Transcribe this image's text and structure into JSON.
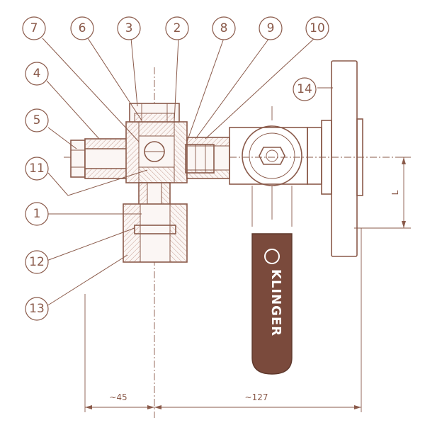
{
  "balloons": [
    {
      "id": "b7",
      "label": "7"
    },
    {
      "id": "b6",
      "label": "6"
    },
    {
      "id": "b3",
      "label": "3"
    },
    {
      "id": "b2",
      "label": "2"
    },
    {
      "id": "b8",
      "label": "8"
    },
    {
      "id": "b9",
      "label": "9"
    },
    {
      "id": "b10",
      "label": "10"
    },
    {
      "id": "b4",
      "label": "4"
    },
    {
      "id": "b5",
      "label": "5"
    },
    {
      "id": "b11",
      "label": "11"
    },
    {
      "id": "b1",
      "label": "1"
    },
    {
      "id": "b12",
      "label": "12"
    },
    {
      "id": "b13",
      "label": "13"
    },
    {
      "id": "b14",
      "label": "14"
    }
  ],
  "dimensions": {
    "left_width": "~45",
    "right_width": "~127",
    "height_label": "L"
  },
  "handle_brand": "KLINGER",
  "colors": {
    "line": "#8a5a4a",
    "handle": "#7a4a3c",
    "background": "#ffffff"
  }
}
